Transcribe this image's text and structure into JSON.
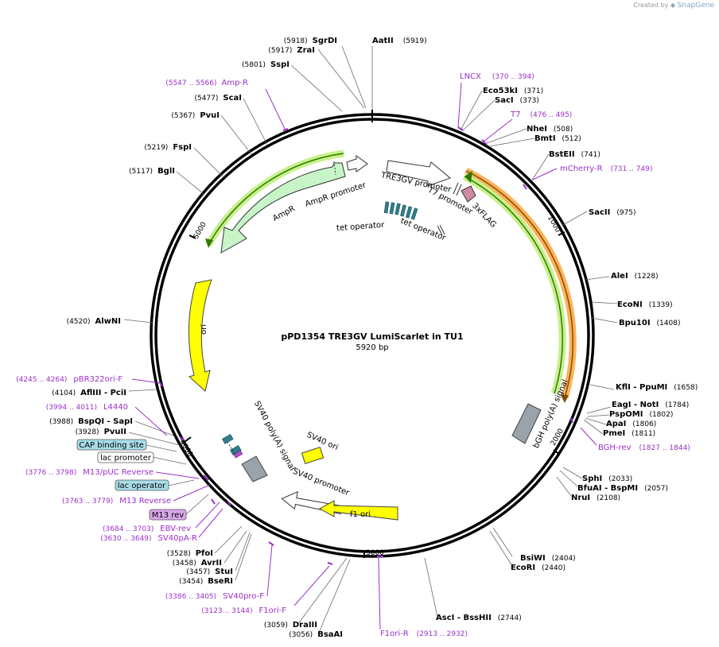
{
  "credit": {
    "prefix": "Created by",
    "brand": "SnapGene"
  },
  "plasmid": {
    "name": "pPD1354 TRE3GV LumiScarlet in TU1",
    "size": "5920 bp"
  },
  "ticks": [
    "1000",
    "2000",
    "3000",
    "4000",
    "5000"
  ],
  "sites": [
    {
      "name": "SgrDI",
      "pos": "(5918)"
    },
    {
      "name": "ZraI",
      "pos": "(5917)"
    },
    {
      "name": "AatII",
      "pos": "(5919)"
    },
    {
      "name": "SspI",
      "pos": "(5801)"
    },
    {
      "name": "ScaI",
      "pos": "(5477)"
    },
    {
      "name": "PvuI",
      "pos": "(5367)"
    },
    {
      "name": "FspI",
      "pos": "(5219)"
    },
    {
      "name": "BglI",
      "pos": "(5117)"
    },
    {
      "name": "AlwNI",
      "pos": "(4520)"
    },
    {
      "name": "AflIII - PciI",
      "pos": "(4104)"
    },
    {
      "name": "BspQI - SapI",
      "pos": "(3988)"
    },
    {
      "name": "PvuII",
      "pos": "(3928)"
    },
    {
      "name": "PfoI",
      "pos": "(3528)"
    },
    {
      "name": "AvrII",
      "pos": "(3458)"
    },
    {
      "name": "StuI",
      "pos": "(3457)"
    },
    {
      "name": "BseRI",
      "pos": "(3454)"
    },
    {
      "name": "DraIII",
      "pos": "(3059)"
    },
    {
      "name": "BsaAI",
      "pos": "(3056)"
    },
    {
      "name": "AscI - BssHII",
      "pos": "(2744)"
    },
    {
      "name": "BsiWI",
      "pos": "(2404)"
    },
    {
      "name": "EcoRI",
      "pos": "(2440)"
    },
    {
      "name": "SphI",
      "pos": "(2033)"
    },
    {
      "name": "BfuAI - BspMI",
      "pos": "(2057)"
    },
    {
      "name": "NruI",
      "pos": "(2108)"
    },
    {
      "name": "EagI - NotI",
      "pos": "(1784)"
    },
    {
      "name": "PspOMI",
      "pos": "(1802)"
    },
    {
      "name": "ApaI",
      "pos": "(1806)"
    },
    {
      "name": "PmeI",
      "pos": "(1811)"
    },
    {
      "name": "KflI - PpuMI",
      "pos": "(1658)"
    },
    {
      "name": "Bpu10I",
      "pos": "(1408)"
    },
    {
      "name": "EcoNI",
      "pos": "(1339)"
    },
    {
      "name": "AleI",
      "pos": "(1228)"
    },
    {
      "name": "SacII",
      "pos": "(975)"
    },
    {
      "name": "BstEII",
      "pos": "(741)"
    },
    {
      "name": "NheI",
      "pos": "(508)"
    },
    {
      "name": "BmtI",
      "pos": "(512)"
    },
    {
      "name": "Eco53kI",
      "pos": "(371)"
    },
    {
      "name": "SacI",
      "pos": "(373)"
    }
  ],
  "primers": [
    {
      "name": "Amp-R",
      "pos": "(5547 .. 5566)"
    },
    {
      "name": "LNCX",
      "pos": "(370 .. 394)"
    },
    {
      "name": "T7",
      "pos": "(476 .. 495)"
    },
    {
      "name": "mCherry-R",
      "pos": "(731 .. 749)"
    },
    {
      "name": "BGH-rev",
      "pos": "(1827 .. 1844)"
    },
    {
      "name": "F1ori-R",
      "pos": "(2913 .. 2932)"
    },
    {
      "name": "F1ori-F",
      "pos": "(3123 .. 3144)"
    },
    {
      "name": "SV40pro-F",
      "pos": "(3386 .. 3405)"
    },
    {
      "name": "SV40pA-R",
      "pos": "(3630 .. 3649)"
    },
    {
      "name": "EBV-rev",
      "pos": "(3684 .. 3703)"
    },
    {
      "name": "M13 Reverse",
      "pos": "(3763 .. 3779)"
    },
    {
      "name": "M13/pUC Reverse",
      "pos": "(3776 .. 3798)"
    },
    {
      "name": "L4440",
      "pos": "(3994 .. 4011)"
    },
    {
      "name": "pBR322ori-F",
      "pos": "(4245 .. 4264)"
    }
  ],
  "features": [
    "AmpR",
    "AmpR promoter",
    "TRE3GV promoter",
    "T7 promoter",
    "3xFLAG",
    "tet operator",
    "tet operator",
    "ori",
    "SV40 poly(A) signal",
    "SV40 ori",
    "SV40 promoter",
    "f1 ori",
    "bGH poly(A) signal"
  ],
  "tags": [
    {
      "text": "CAP binding site",
      "color": "#a8dde8"
    },
    {
      "text": "lac promoter",
      "color": "#ffffff"
    },
    {
      "text": "lac operator",
      "color": "#a8dde8"
    },
    {
      "text": "M13 rev",
      "color": "#d9a8ee"
    }
  ],
  "colors": {
    "primer": "#9b30c8",
    "ampr": "#c8f5c8",
    "ori": "#ffff00",
    "mcherry_outer": "#ff8a00",
    "gfp_inner": "#5fd000"
  }
}
